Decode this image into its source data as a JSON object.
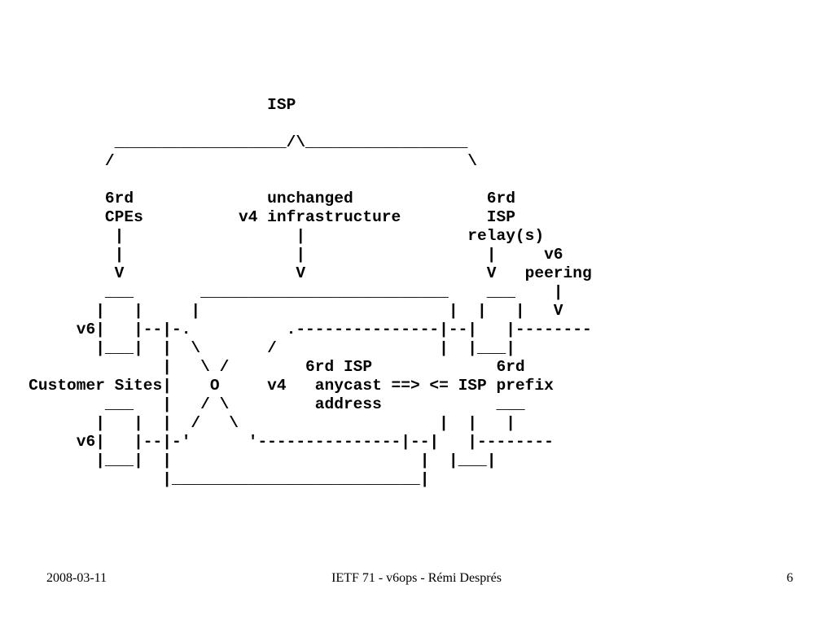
{
  "diagram": {
    "lines": [
      "                            ISP",
      "",
      "            __________________/\\_________________",
      "           /                                     \\",
      "",
      "           6rd              unchanged              6rd",
      "           CPEs          v4 infrastructure         ISP",
      "            |                  |                 relay(s)",
      "            |                  |                   |     v6",
      "            V                  V                   V   peering",
      "           ___       __________________________    ___    |",
      "          |   |     |                          |  |   |   V",
      "        v6|   |--|-.          .---------------|--|   |--------",
      "          |___|  |  \\       /                 |  |___|",
      "                 |   \\ /        6rd ISP             6rd",
      "   Customer Sites|    O     v4   anycast ==> <= ISP prefix",
      "           ___   |   / \\         address            ___",
      "          |   |  |  /   \\                     |  |   |",
      "        v6|   |--|-'      '---------------|--|   |--------",
      "          |___|  |                          |  |___|",
      "                 |__________________________|"
    ]
  },
  "footer": {
    "date": "2008-03-11",
    "title": "IETF 71 - v6ops - Rémi Després",
    "page": "6"
  }
}
